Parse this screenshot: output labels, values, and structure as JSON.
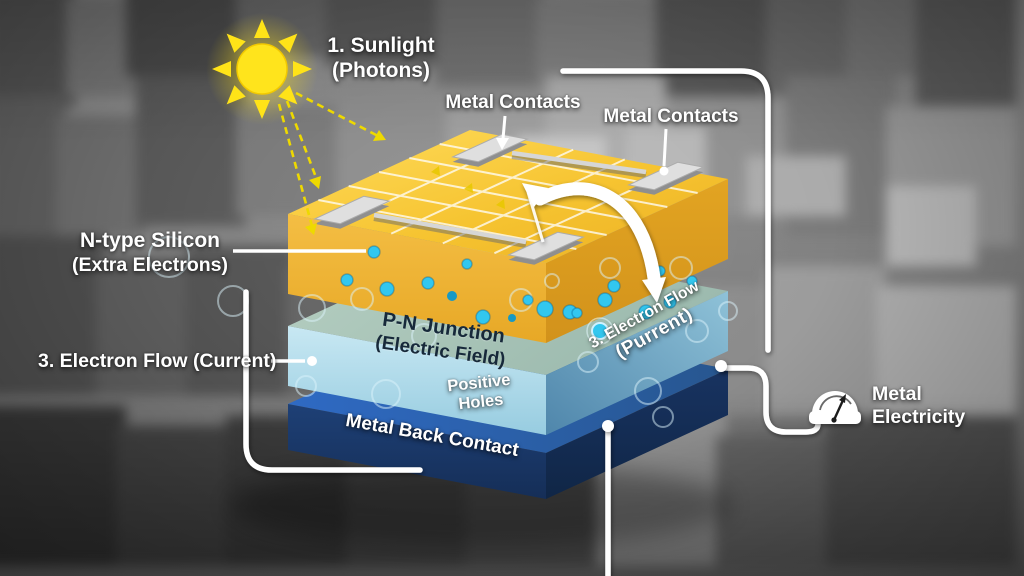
{
  "labels": {
    "sunlight_1": "1. Sunlight",
    "sunlight_2": "(Photons)",
    "metal_contacts_left": "Metal Contacts",
    "metal_contacts_right": "Metal Contacts",
    "n_type_1": "N-type Silicon",
    "n_type_2": "(Extra Electrons)",
    "electron_flow_left": "3. Electron Flow (Current)",
    "pn_junction_1": "P-N Junction",
    "pn_junction_2": "(Electric Field)",
    "positive_holes_1": "Positive",
    "positive_holes_2": "Holes",
    "metal_back_contact": "Metal Back Contact",
    "electron_flow_side_1": "3. Electron Flow",
    "electron_flow_side_2": "(Purrent)",
    "meter_1": "Metal",
    "meter_2": "Electricity"
  },
  "icons": {
    "sun": "sun-icon",
    "photon_ray": "photon-ray-icon",
    "curved_arrow": "curved-arrow-icon",
    "ammeter": "ammeter-icon",
    "electron": "electron-dot-icon",
    "hole": "hole-circle-icon",
    "wire": "circuit-wire"
  },
  "colors": {
    "background_gray": "#7c7c7c",
    "sun_yellow": "#FFE01A",
    "ray_yellow": "#EED900",
    "cell_top_yellow": "#F6C735",
    "cell_side_yellow": "#E2A21F",
    "n_layer_top_sage": "#AFC9BD",
    "pn_face_light_blue": "#BDE4F0",
    "pn_side_teal": "#6FA6C2",
    "back_contact_top_blue": "#2B62AE",
    "back_contact_navy": "#1B3A6B",
    "electron_cyan": "#32C7EF",
    "metal_pad_gray": "#DFDFDF",
    "wire_white": "#FFFFFF",
    "pn_text_navy": "#17293A"
  }
}
